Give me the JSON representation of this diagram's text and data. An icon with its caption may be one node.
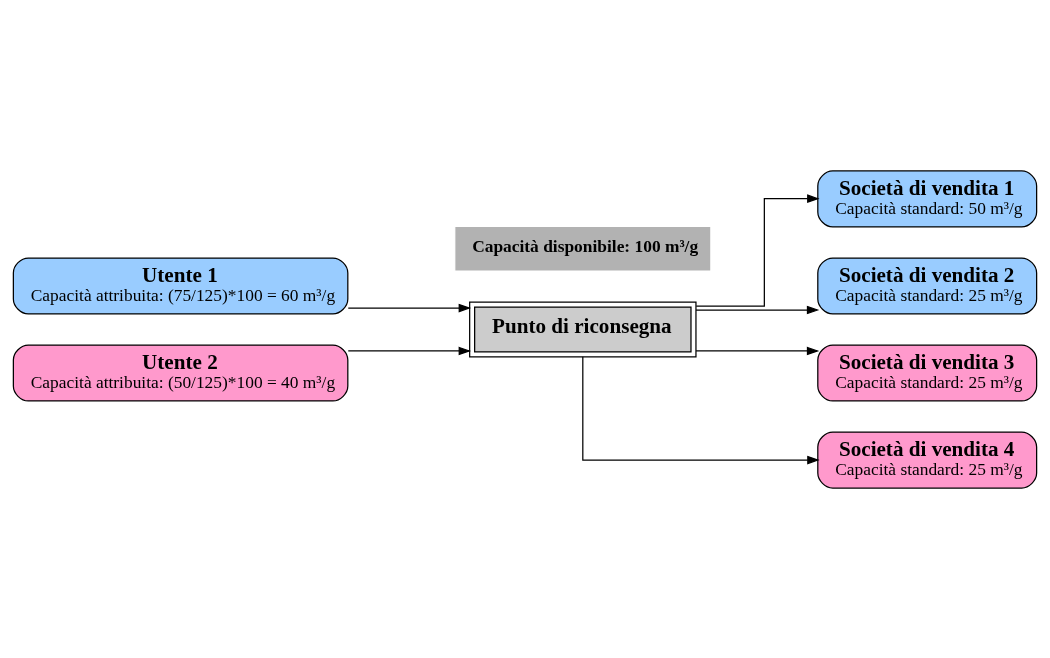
{
  "diagram": {
    "nodes": [
      {
        "text": [
          "Utente 1",
          "Capacità attribuita: (75/125)*100 = 60 m³/g"
        ]
      },
      {
        "text": [
          "Utente 2",
          "Capacità attribuita: (50/125)*100 = 40 m³/g"
        ]
      },
      {
        "text": [
          "Punto di riconsegna"
        ]
      },
      {
        "text": [
          "Capacità disponibile: 100 m³/g"
        ]
      },
      {
        "text": [
          "Società di vendita 1",
          "Capacità standard: 50 m³/g"
        ]
      },
      {
        "text": [
          "Società di vendita 2",
          "Capacità standard: 25 m³/g"
        ]
      },
      {
        "text": [
          "Società di vendita 3",
          "Capacità standard: 25 m³/g"
        ]
      },
      {
        "text": [
          "Società di vendita 4",
          "Capacità standard: 25 m³/g"
        ]
      }
    ],
    "edges": [
      {
        "from": 0,
        "to": 2,
        "arrow": "to"
      },
      {
        "from": 1,
        "to": 2,
        "arrow": "to"
      },
      {
        "from": 2,
        "to": 4,
        "arrow": "to"
      },
      {
        "from": 2,
        "to": 5,
        "arrow": "to"
      },
      {
        "from": 2,
        "to": 6,
        "arrow": "to"
      },
      {
        "from": 2,
        "to": 7,
        "arrow": "to"
      }
    ]
  }
}
